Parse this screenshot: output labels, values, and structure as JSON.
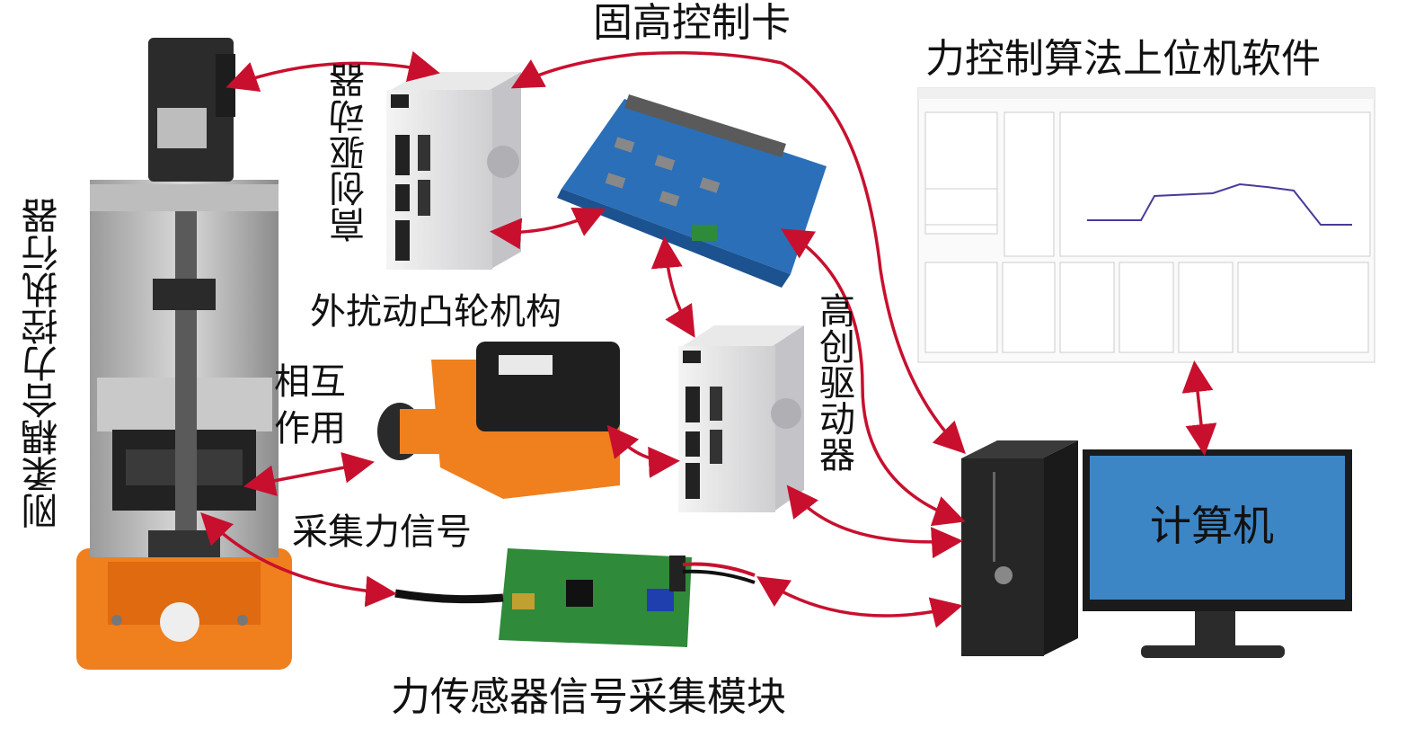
{
  "labels": {
    "actuator": "刚柔耦合力控执行器",
    "driver_top": "高创驱动器",
    "controller_card": "固高控制卡",
    "software": "力控制算法上位机软件",
    "driver_bottom": "高创驱动器",
    "cam_mechanism": "外扰动凸轮机构",
    "interaction_line1": "相互",
    "interaction_line2": "作用",
    "collect_force": "采集力信号",
    "sensor_module": "力传感器信号采集模块",
    "computer": "计算机"
  },
  "colors": {
    "arrow": "#c8102e",
    "orange_part": "#f07f1e",
    "monitor_screen": "#3d86c6",
    "board_green": "#2f8a3a",
    "card_blue": "#2a6fb8"
  }
}
